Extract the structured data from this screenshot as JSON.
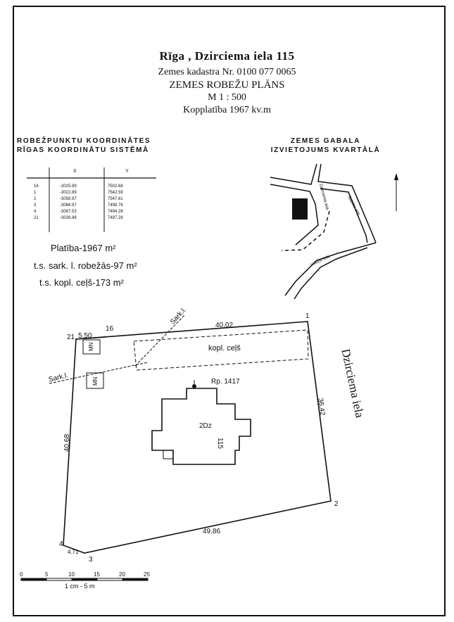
{
  "header": {
    "title": "Rīga , Dzirciema iela 115",
    "cadastre": "Zemes kadastra Nr. 0100 077 0065",
    "plan_name": "ZEMES ROBEŽU PLĀNS",
    "scale": "M 1 : 500",
    "total_area": "Kopplatība 1967 kv.m"
  },
  "coordinates": {
    "heading_line1": "ROBEŽPUNKTU KOORDINĀTES",
    "heading_line2": "RĪGAS KOORDINĀTU SISTĒMĀ",
    "col_x": "X",
    "col_y": "Y",
    "rows": [
      {
        "pt": "16",
        "x": "-3025.89",
        "y": "7502.68"
      },
      {
        "pt": "1",
        "x": "-3022.89",
        "y": "7542.59"
      },
      {
        "pt": "2",
        "x": "-3058.97",
        "y": "7547.61"
      },
      {
        "pt": "3",
        "x": "-3068.97",
        "y": "7498.76"
      },
      {
        "pt": "4",
        "x": "-3067.53",
        "y": "7494.28"
      },
      {
        "pt": "21",
        "x": "-3026.96",
        "y": "7497.28"
      }
    ]
  },
  "areas": {
    "line1": "Platība-1967 m²",
    "line2": "t.s. sark. l. robežās-97 m²",
    "line3": "t.s. kopl. ceļš-173 m²"
  },
  "location": {
    "heading_line1": "ZEMES GABALA",
    "heading_line2": "IZVIETOJUMS KVARTĀLĀ",
    "street_dzirciema": "Dzirciema iela",
    "street_sabiles": "Sabiles iela",
    "street_lidoņu": "Lidoņu iela"
  },
  "plan": {
    "street_name": "Dzirciema iela",
    "benchmark": "Rp. 1417",
    "road_label": "kopl. ceļš",
    "red_line_1": "Sark.l.",
    "red_line_2": "Sark.l.",
    "mn_label": "MN",
    "building_floors": "2Dz",
    "building_number": "115",
    "points": {
      "p1": "1",
      "p2": "2",
      "p3": "3",
      "p4": "4",
      "p16": "16",
      "p21": "21"
    },
    "dims": {
      "top": "40.02",
      "top_short": "5.50",
      "right": "36.42",
      "left": "40.68",
      "bottom": "49.86",
      "corner": "4.71"
    }
  },
  "scalebar": {
    "ticks": [
      "0",
      "5",
      "10",
      "15",
      "20",
      "25"
    ],
    "caption": "1 cm - 5 m"
  }
}
